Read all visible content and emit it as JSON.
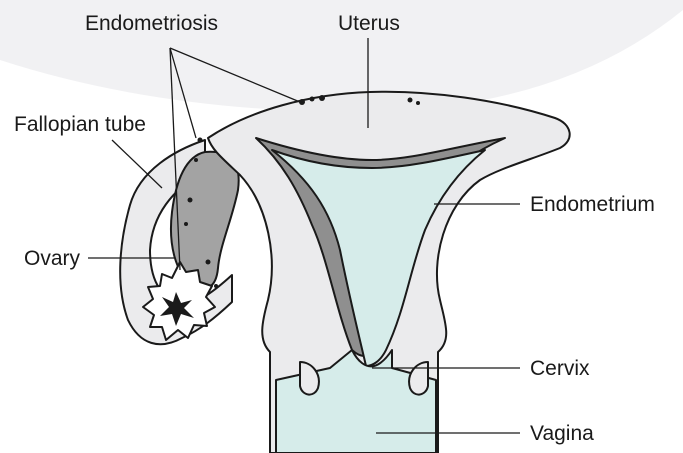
{
  "diagram": {
    "labels": {
      "endometriosis": "Endometriosis",
      "uterus": "Uterus",
      "fallopian_tube": "Fallopian tube",
      "endometrium": "Endometrium",
      "ovary": "Ovary",
      "cervix": "Cervix",
      "vagina": "Vagina"
    },
    "colors": {
      "background_arc": "#f1f1f3",
      "uterus_wall": "#ebebed",
      "endometrium_lining": "#8f8f8f",
      "ovary": "#a3a3a3",
      "cavity": "#d6ecea",
      "outline": "#1a1a1a"
    }
  }
}
